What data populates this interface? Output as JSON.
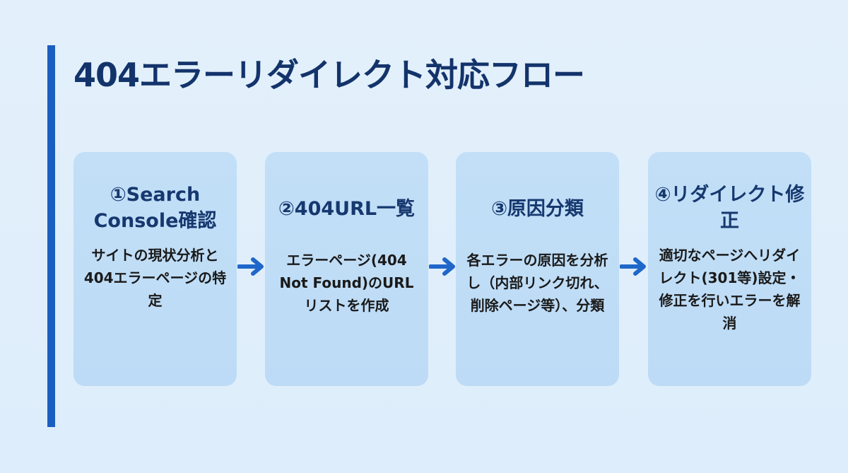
{
  "title": "404エラーリダイレクト対応フロー",
  "colors": {
    "accent": "#1a5fbf",
    "title_text": "#13336b",
    "box_fill": "#c2dff7",
    "arrow": "#1f67c9",
    "background": "#e3f0fb"
  },
  "steps": [
    {
      "title": "①Search Console確認",
      "description": "サイトの現状分析と404エラーページの特定"
    },
    {
      "title": "②404URL一覧",
      "description": "エラーページ(404 Not Found)のURLリストを作成"
    },
    {
      "title": "③原因分類",
      "description": "各エラーの原因を分析し（内部リンク切れ、削除ページ等）、分類"
    },
    {
      "title": "④リダイレクト修正",
      "description": "適切なページへリダイレクト(301等)設定・修正を行いエラーを解消"
    }
  ],
  "arrows": [
    "arrow-right-icon",
    "arrow-right-icon",
    "arrow-right-icon"
  ]
}
